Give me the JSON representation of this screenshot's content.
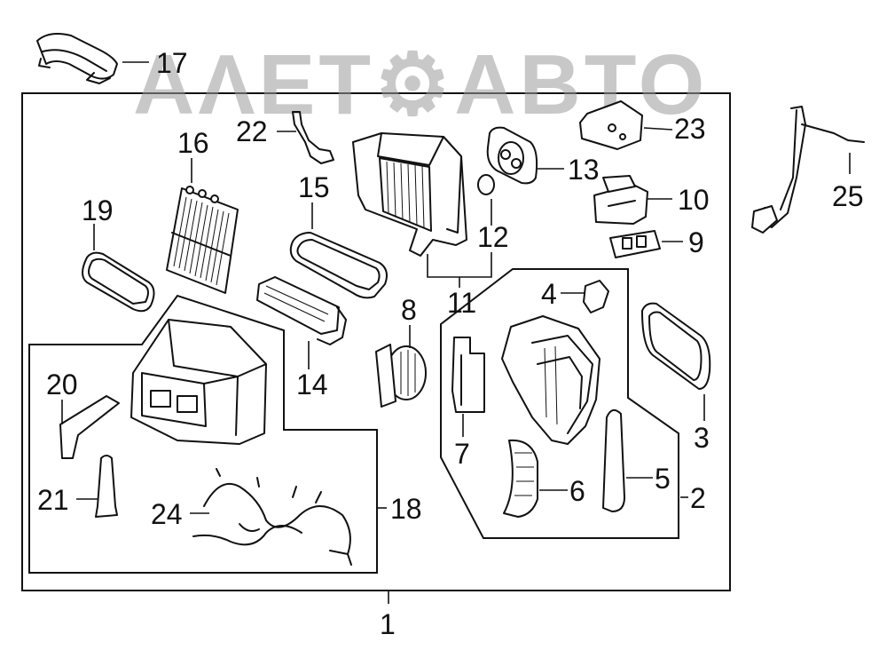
{
  "watermark": {
    "text": "ΑΛΕΤ⚙ΑΒΤΟ",
    "logo": "gear-icon"
  },
  "callouts": {
    "c1": "1",
    "c2": "2",
    "c3": "3",
    "c4": "4",
    "c5": "5",
    "c6": "6",
    "c7": "7",
    "c8": "8",
    "c9": "9",
    "c10": "10",
    "c11": "11",
    "c12": "12",
    "c13": "13",
    "c14": "14",
    "c15": "15",
    "c16": "16",
    "c17": "17",
    "c18": "18",
    "c19": "19",
    "c20": "20",
    "c21": "21",
    "c22": "22",
    "c23": "23",
    "c24": "24",
    "c25": "25"
  },
  "colors": {
    "line": "#111111",
    "watermark": "#9a9a9a",
    "background": "#ffffff"
  }
}
